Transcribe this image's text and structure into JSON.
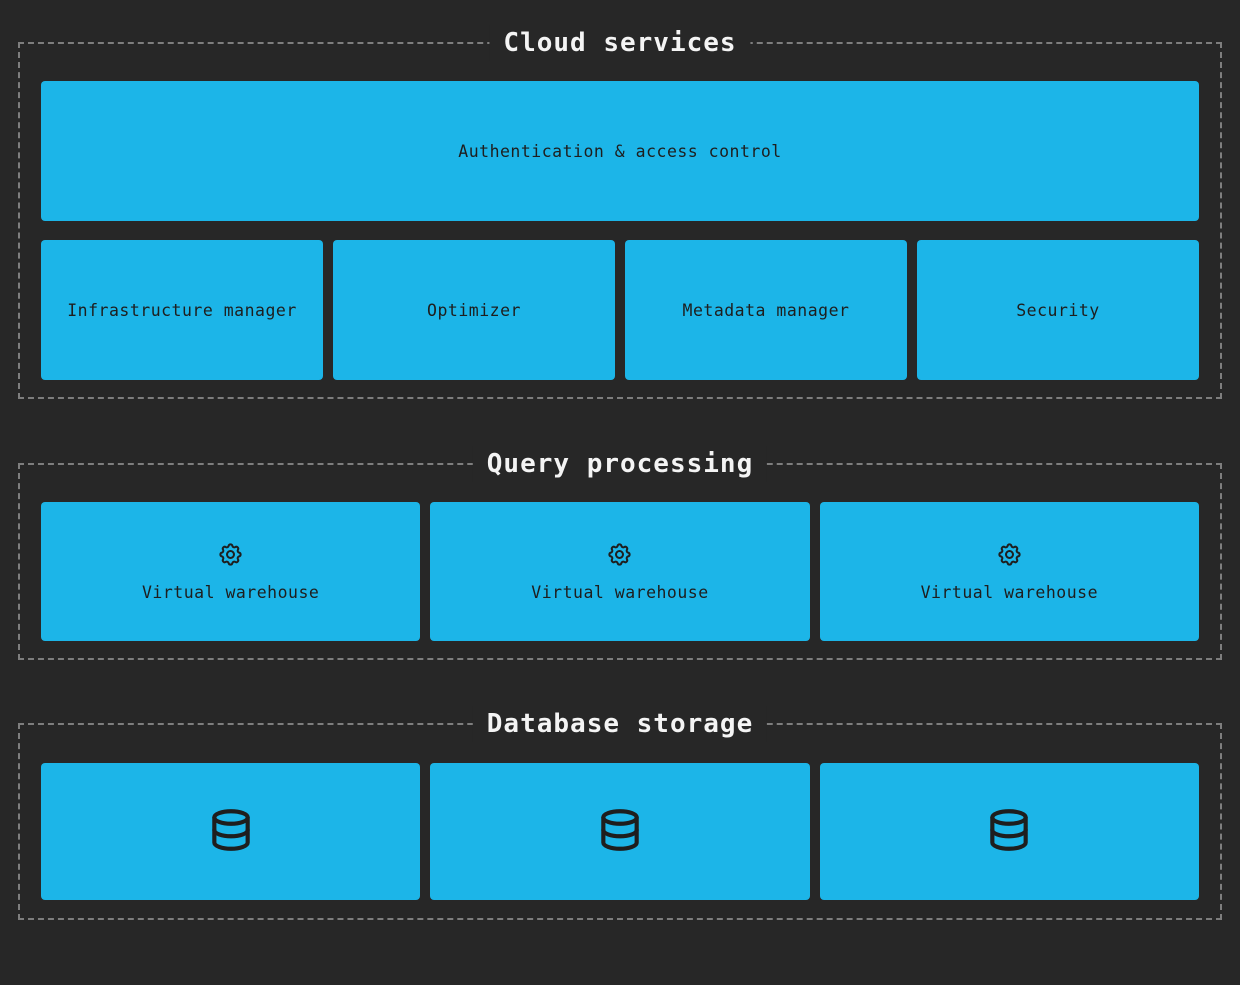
{
  "theme": {
    "background": "#272727",
    "box_fill": "#1cb5e8",
    "box_text": "#1e1e1e",
    "dashed_border": "#7e7e7e",
    "title_text": "#f4f4f4"
  },
  "sections": {
    "cloud": {
      "title": "Cloud services",
      "wide_box": {
        "label": "Authentication & access control"
      },
      "boxes": [
        {
          "label": "Infrastructure manager"
        },
        {
          "label": "Optimizer"
        },
        {
          "label": "Metadata manager"
        },
        {
          "label": "Security"
        }
      ]
    },
    "query": {
      "title": "Query processing",
      "boxes": [
        {
          "icon": "gear-icon",
          "label": "Virtual warehouse"
        },
        {
          "icon": "gear-icon",
          "label": "Virtual warehouse"
        },
        {
          "icon": "gear-icon",
          "label": "Virtual warehouse"
        }
      ]
    },
    "storage": {
      "title": "Database storage",
      "boxes": [
        {
          "icon": "database-icon"
        },
        {
          "icon": "database-icon"
        },
        {
          "icon": "database-icon"
        }
      ]
    }
  }
}
